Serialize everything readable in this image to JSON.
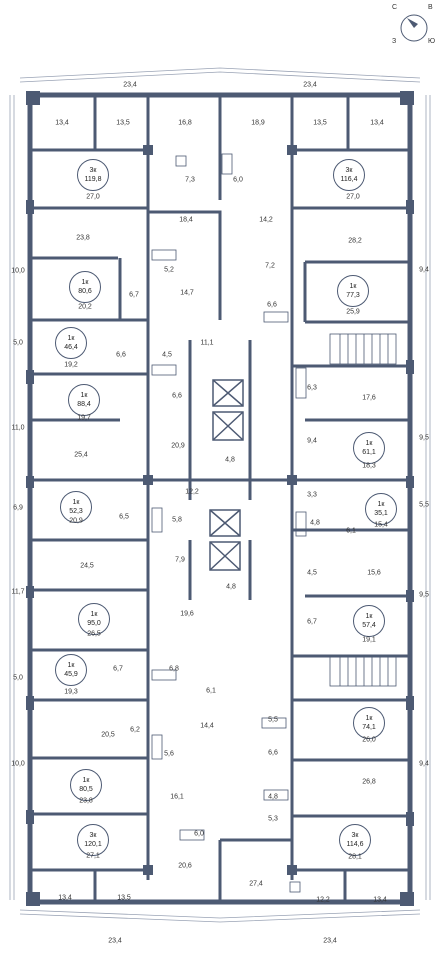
{
  "compass": {
    "n": "С",
    "e": "В",
    "s": "Ю",
    "w": "З"
  },
  "dims": [
    {
      "id": "top-left",
      "v": "23,4"
    },
    {
      "id": "top-right",
      "v": "23,4"
    },
    {
      "id": "bottom-left",
      "v": "23,4"
    },
    {
      "id": "bottom-right",
      "v": "23,4"
    },
    {
      "id": "l1",
      "v": "10,0"
    },
    {
      "id": "l2",
      "v": "5,0"
    },
    {
      "id": "l3",
      "v": "11,0"
    },
    {
      "id": "l4",
      "v": "6,9"
    },
    {
      "id": "l5",
      "v": "11,7"
    },
    {
      "id": "l6",
      "v": "5,0"
    },
    {
      "id": "l7",
      "v": "10,0"
    },
    {
      "id": "r1",
      "v": "9,4"
    },
    {
      "id": "r2",
      "v": "9,5"
    },
    {
      "id": "r3",
      "v": "5,5"
    },
    {
      "id": "r4",
      "v": "9,5"
    },
    {
      "id": "r5",
      "v": "9,4"
    }
  ],
  "apartments": [
    {
      "id": "apt-1",
      "type": "3к",
      "area": "119,8"
    },
    {
      "id": "apt-2",
      "type": "3к",
      "area": "116,4"
    },
    {
      "id": "apt-3",
      "type": "1к",
      "area": "80,6"
    },
    {
      "id": "apt-4",
      "type": "1к",
      "area": "77,3"
    },
    {
      "id": "apt-5",
      "type": "1к",
      "area": "46,4"
    },
    {
      "id": "apt-6",
      "type": "1к",
      "area": "88,4"
    },
    {
      "id": "apt-7",
      "type": "1к",
      "area": "61,1"
    },
    {
      "id": "apt-8",
      "type": "1к",
      "area": "52,3"
    },
    {
      "id": "apt-9",
      "type": "1к",
      "area": "35,1"
    },
    {
      "id": "apt-10",
      "type": "1к",
      "area": "95,0"
    },
    {
      "id": "apt-11",
      "type": "1к",
      "area": "57,4"
    },
    {
      "id": "apt-12",
      "type": "1к",
      "area": "45,9"
    },
    {
      "id": "apt-13",
      "type": "1к",
      "area": "74,1"
    },
    {
      "id": "apt-14",
      "type": "1к",
      "area": "80,5"
    },
    {
      "id": "apt-15",
      "type": "3к",
      "area": "120,1"
    },
    {
      "id": "apt-16",
      "type": "3к",
      "area": "114,6"
    }
  ],
  "rooms": [
    {
      "id": "r1",
      "v": "13,4"
    },
    {
      "id": "r2",
      "v": "13,5"
    },
    {
      "id": "r3",
      "v": "16,8"
    },
    {
      "id": "r4",
      "v": "18,9"
    },
    {
      "id": "r5",
      "v": "13,5"
    },
    {
      "id": "r6",
      "v": "13,4"
    },
    {
      "id": "r7",
      "v": "7,3"
    },
    {
      "id": "r8",
      "v": "6,0"
    },
    {
      "id": "r9",
      "v": "27,0"
    },
    {
      "id": "r10",
      "v": "27,0"
    },
    {
      "id": "r11",
      "v": "18,4"
    },
    {
      "id": "r12",
      "v": "14,2"
    },
    {
      "id": "r13",
      "v": "23,8"
    },
    {
      "id": "r14",
      "v": "28,2"
    },
    {
      "id": "r15",
      "v": "5,2"
    },
    {
      "id": "r16",
      "v": "7,2"
    },
    {
      "id": "r17",
      "v": "14,7"
    },
    {
      "id": "r18",
      "v": "6,7"
    },
    {
      "id": "r19",
      "v": "20,2"
    },
    {
      "id": "r20",
      "v": "6,6"
    },
    {
      "id": "r21",
      "v": "25,9"
    },
    {
      "id": "r22",
      "v": "11,1"
    },
    {
      "id": "r23",
      "v": "4,5"
    },
    {
      "id": "r24",
      "v": "6,6"
    },
    {
      "id": "r25",
      "v": "19,2"
    },
    {
      "id": "r26",
      "v": "6,3"
    },
    {
      "id": "r27",
      "v": "6,6"
    },
    {
      "id": "r28",
      "v": "19,7"
    },
    {
      "id": "r29",
      "v": "17,6"
    },
    {
      "id": "r30",
      "v": "20,9"
    },
    {
      "id": "r31",
      "v": "9,4"
    },
    {
      "id": "r32",
      "v": "25,4"
    },
    {
      "id": "r33",
      "v": "4,8"
    },
    {
      "id": "r34",
      "v": "18,3"
    },
    {
      "id": "r35",
      "v": "12,2"
    },
    {
      "id": "r36",
      "v": "3,3"
    },
    {
      "id": "r37",
      "v": "6,5"
    },
    {
      "id": "r38",
      "v": "5,8"
    },
    {
      "id": "r39",
      "v": "4,8"
    },
    {
      "id": "r40",
      "v": "6,1"
    },
    {
      "id": "r41",
      "v": "20,9"
    },
    {
      "id": "r42",
      "v": "15,4"
    },
    {
      "id": "r43",
      "v": "7,9"
    },
    {
      "id": "r44",
      "v": "4,5"
    },
    {
      "id": "r45",
      "v": "24,5"
    },
    {
      "id": "r46",
      "v": "15,6"
    },
    {
      "id": "r47",
      "v": "4,8"
    },
    {
      "id": "r48",
      "v": "19,6"
    },
    {
      "id": "r49",
      "v": "6,7"
    },
    {
      "id": "r50",
      "v": "26,5"
    },
    {
      "id": "r51",
      "v": "19,1"
    },
    {
      "id": "r52",
      "v": "6,7"
    },
    {
      "id": "r53",
      "v": "6,8"
    },
    {
      "id": "r54",
      "v": "6,1"
    },
    {
      "id": "r55",
      "v": "19,3"
    },
    {
      "id": "r56",
      "v": "5,5"
    },
    {
      "id": "r57",
      "v": "14,4"
    },
    {
      "id": "r58",
      "v": "20,5"
    },
    {
      "id": "r59",
      "v": "6,2"
    },
    {
      "id": "r60",
      "v": "26,0"
    },
    {
      "id": "r61",
      "v": "5,6"
    },
    {
      "id": "r62",
      "v": "6,6"
    },
    {
      "id": "r63",
      "v": "26,8"
    },
    {
      "id": "r64",
      "v": "16,1"
    },
    {
      "id": "r65",
      "v": "4,8"
    },
    {
      "id": "r66",
      "v": "23,8"
    },
    {
      "id": "r67",
      "v": "5,3"
    },
    {
      "id": "r68",
      "v": "6,0"
    },
    {
      "id": "r69",
      "v": "27,1"
    },
    {
      "id": "r70",
      "v": "28,1"
    },
    {
      "id": "r71",
      "v": "20,6"
    },
    {
      "id": "r72",
      "v": "27,4"
    },
    {
      "id": "r73",
      "v": "13,4"
    },
    {
      "id": "r74",
      "v": "13,5"
    },
    {
      "id": "r75",
      "v": "12,2"
    },
    {
      "id": "r76",
      "v": "13,4"
    }
  ]
}
